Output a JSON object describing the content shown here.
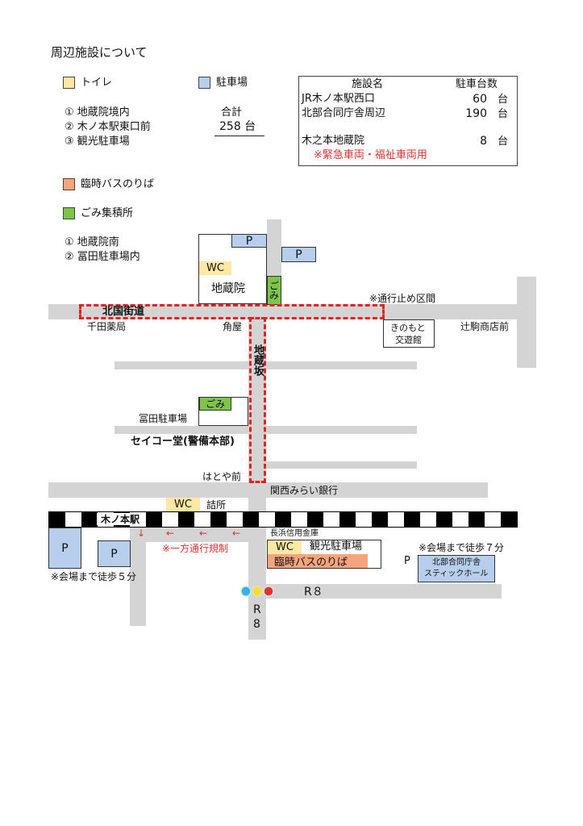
{
  "title": "周辺施設について",
  "legend": {
    "toilet": {
      "label": "トイレ",
      "color": "#ffe8a3"
    },
    "parking": {
      "label": "駐車場",
      "color": "#b7cfec"
    },
    "bus": {
      "label": "臨時バスのりば",
      "color": "#f4a57e"
    },
    "garbage": {
      "label": "ごみ集積所",
      "color": "#7cc44a"
    }
  },
  "toilet_list": [
    "① 地蔵院境内",
    "② 木ノ本駅東口前",
    "③ 観光駐車場"
  ],
  "total": {
    "label": "合計",
    "value": "258 台"
  },
  "parking_table": {
    "header_name": "施設名",
    "header_count": "駐車台数",
    "rows": [
      {
        "name": "JR木ノ本駅西口",
        "count": "60",
        "unit": "台"
      },
      {
        "name": "北部合同庁舎周辺",
        "count": "190",
        "unit": "台"
      },
      {
        "name": "木之本地蔵院",
        "count": "8",
        "unit": "台"
      }
    ],
    "note": "※緊急車両・福祉車両用"
  },
  "garbage_list": [
    "① 地蔵院南",
    "② 冨田駐車場内"
  ],
  "map": {
    "parking_mark": "P",
    "wc": "WC",
    "gomi": "ごみ",
    "jizoin": "地蔵院",
    "closure_note": "※通行止め区間",
    "hokkoku_kaido": "北国街道",
    "chidayakkyoku": "千田薬局",
    "kadoya": "角屋",
    "kinomoto_koyukan_1": "きのもと",
    "kinomoto_koyukan_2": "交遊館",
    "tsujikoma": "辻駒商店前",
    "jizozaka": "地蔵坂",
    "tomita_parking": "冨田駐車場",
    "seiko": "セイコー堂(警備本部)",
    "hatoyamae": "はとや前",
    "kansai_mirai": "関西みらい銀行",
    "tsumesho": "詰所",
    "kinomoto_station": "木ノ本駅",
    "nagahama_shinkin": "長浜信用金庫",
    "kanko_parking": "観光駐車場",
    "rinji_bus": "臨時バスのりば",
    "one_way": "※一方通行規制",
    "walk7": "※会場まで徒歩７分",
    "walk5": "※会場まで徒歩５分",
    "hokubu_1": "北部合同庁舎",
    "hokubu_2": "スティックホール",
    "r8": "R８",
    "r8_v1": "R",
    "r8_v2": "8",
    "arrow": "←",
    "down_arrow": "↓"
  },
  "colors": {
    "road": "#d4d4d4",
    "closure": "#e52222",
    "note_red": "#e03030"
  }
}
